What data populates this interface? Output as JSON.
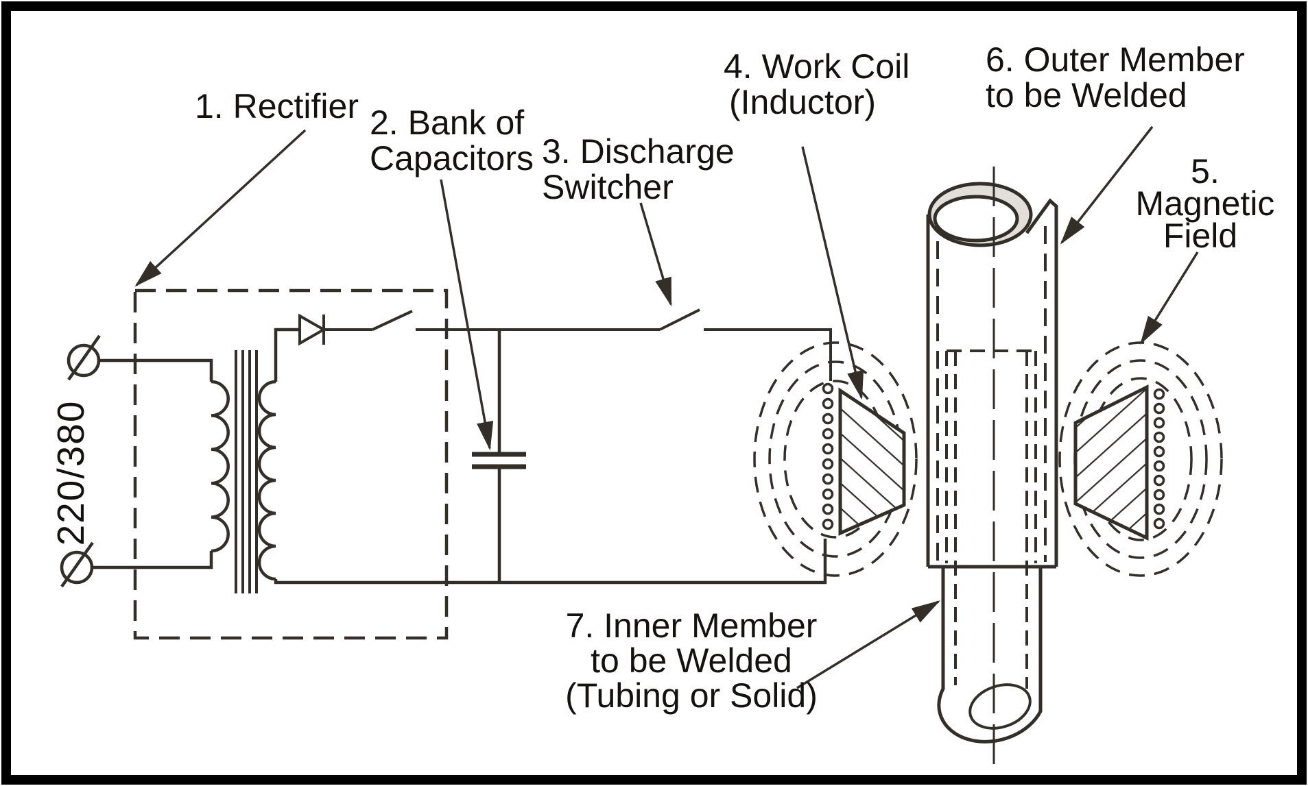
{
  "labels": {
    "rectifier": [
      "1. Rectifier"
    ],
    "capacitor_bank": [
      "2. Bank of",
      "Capacitors"
    ],
    "discharge_switcher": [
      "3. Discharge",
      "Switcher"
    ],
    "work_coil": [
      "4. Work Coil",
      "(Inductor)"
    ],
    "magnetic_field": [
      "5.",
      "Magnetic",
      "Field"
    ],
    "outer_member": [
      "6. Outer Member",
      "to be Welded"
    ],
    "inner_member": [
      "7. Inner Member",
      "to be Welded",
      "(Tubing or Solid)"
    ],
    "supply_voltage": "220/380"
  },
  "colors": {
    "ink": "#332e28",
    "text": "#14120f",
    "border": "#000000",
    "background": "#ffffff",
    "tube_mouth_shade": "#e2dfda"
  },
  "legend_numbers": [
    "1",
    "2",
    "3",
    "4",
    "5",
    "6",
    "7"
  ]
}
